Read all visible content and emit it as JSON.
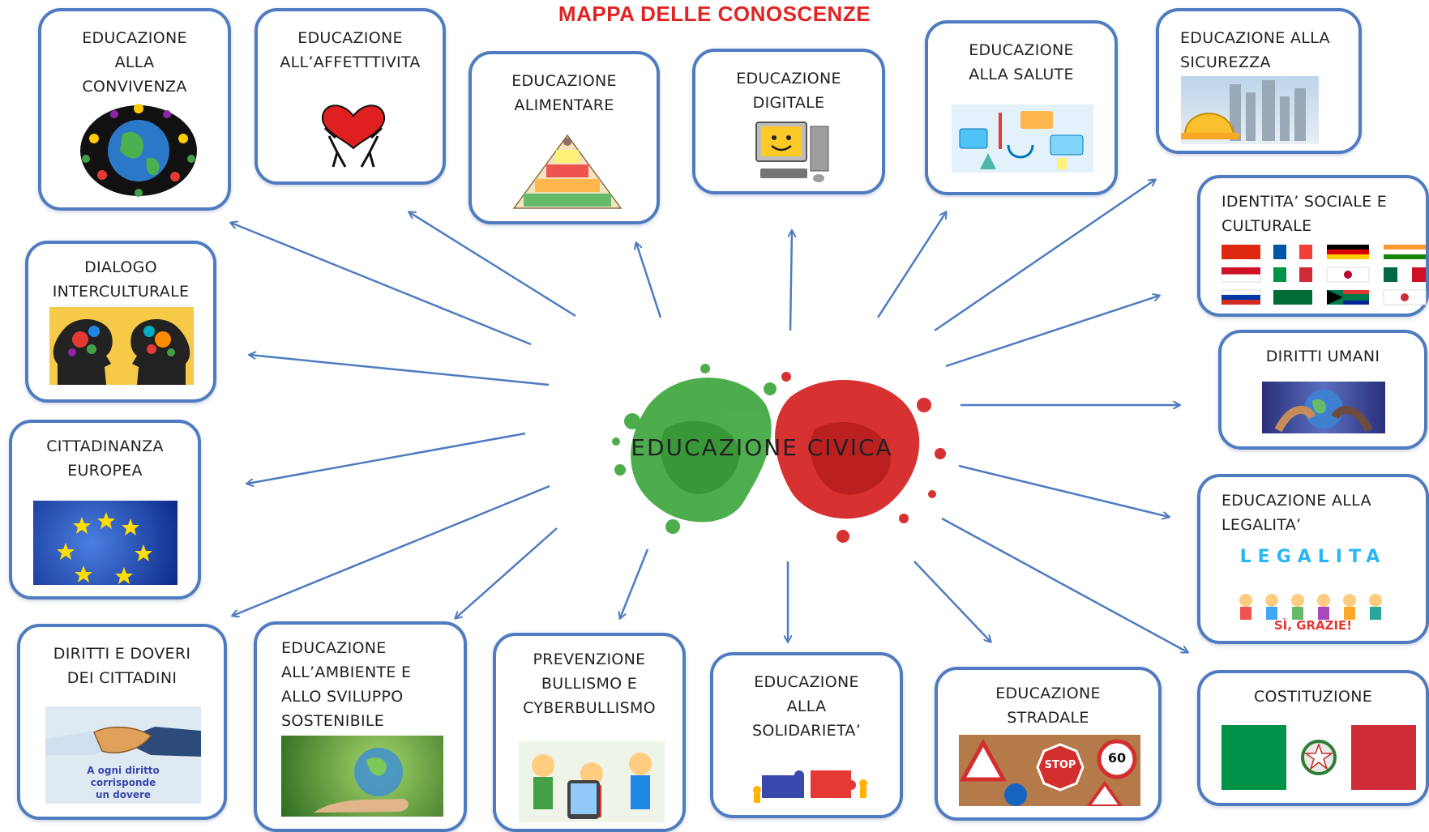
{
  "title": "MAPPA DELLE CONOSCENZE",
  "center": {
    "label": "EDUCAZIONE CIVICA",
    "colors": {
      "green": "#3aa53a",
      "red": "#d42020"
    }
  },
  "nodes": [
    {
      "id": "convivenza",
      "label": "EDUCAZIONE\nALLA\nCONVIVENZA",
      "icon": "globe-people-icon"
    },
    {
      "id": "affettivita",
      "label": "EDUCAZIONE\nALL’AFFETTTIVITA",
      "icon": "heart-figures-icon"
    },
    {
      "id": "alimentare",
      "label": "EDUCAZIONE\nALIMENTARE",
      "icon": "food-pyramid-icon"
    },
    {
      "id": "digitale",
      "label": "EDUCAZIONE\nDIGITALE",
      "icon": "smiling-computer-icon"
    },
    {
      "id": "salute",
      "label": "EDUCAZIONE\nALLA SALUTE",
      "icon": "medical-tools-icon"
    },
    {
      "id": "sicurezza",
      "label": "EDUCAZIONE ALLA\nSICUREZZA",
      "icon": "hard-hat-city-icon"
    },
    {
      "id": "identita",
      "label": "IDENTITA’ SOCIALE E\nCULTURALE",
      "icon": "flags-icon"
    },
    {
      "id": "dialogo",
      "label": "DIALOGO\nINTERCULTURALE",
      "icon": "heads-gears-icon"
    },
    {
      "id": "diritti-umani",
      "label": "DIRITTI UMANI",
      "icon": "hands-globe-icon"
    },
    {
      "id": "cittadinanza",
      "label": "CITTADINANZA\nEUROPEA",
      "icon": "eu-stars-icon"
    },
    {
      "id": "legalita",
      "label": "EDUCAZIONE ALLA\nLEGALITA’",
      "icon": "legalita-kids-icon",
      "pic_text": {
        "word": "LEGALITA",
        "banner": "SÌ, GRAZIE!"
      }
    },
    {
      "id": "diritti-doveri",
      "label": "DIRITTI E DOVERI\nDEI CITTADINI",
      "icon": "handshake-icon",
      "pic_text": "A ogni diritto\ncorrisponde\nun dovere"
    },
    {
      "id": "ambiente",
      "label": "EDUCAZIONE\nALL’AMBIENTE E\nALLO SVILUPPO\nSOSTENIBILE",
      "icon": "earth-hand-icon"
    },
    {
      "id": "bullismo",
      "label": "PREVENZIONE\nBULLISMO E\nCYBERBULLISMO",
      "icon": "bullying-cartoon-icon"
    },
    {
      "id": "solidarieta",
      "label": "EDUCAZIONE\nALLA\nSOLIDARIETA’",
      "icon": "puzzle-people-icon"
    },
    {
      "id": "stradale",
      "label": "EDUCAZIONE\nSTRADALE",
      "icon": "road-signs-icon",
      "pic_text": {
        "stop": "STOP",
        "limit": "60"
      }
    },
    {
      "id": "costituzione",
      "label": "COSTITUZIONE",
      "icon": "italian-flag-emblem-icon"
    }
  ]
}
